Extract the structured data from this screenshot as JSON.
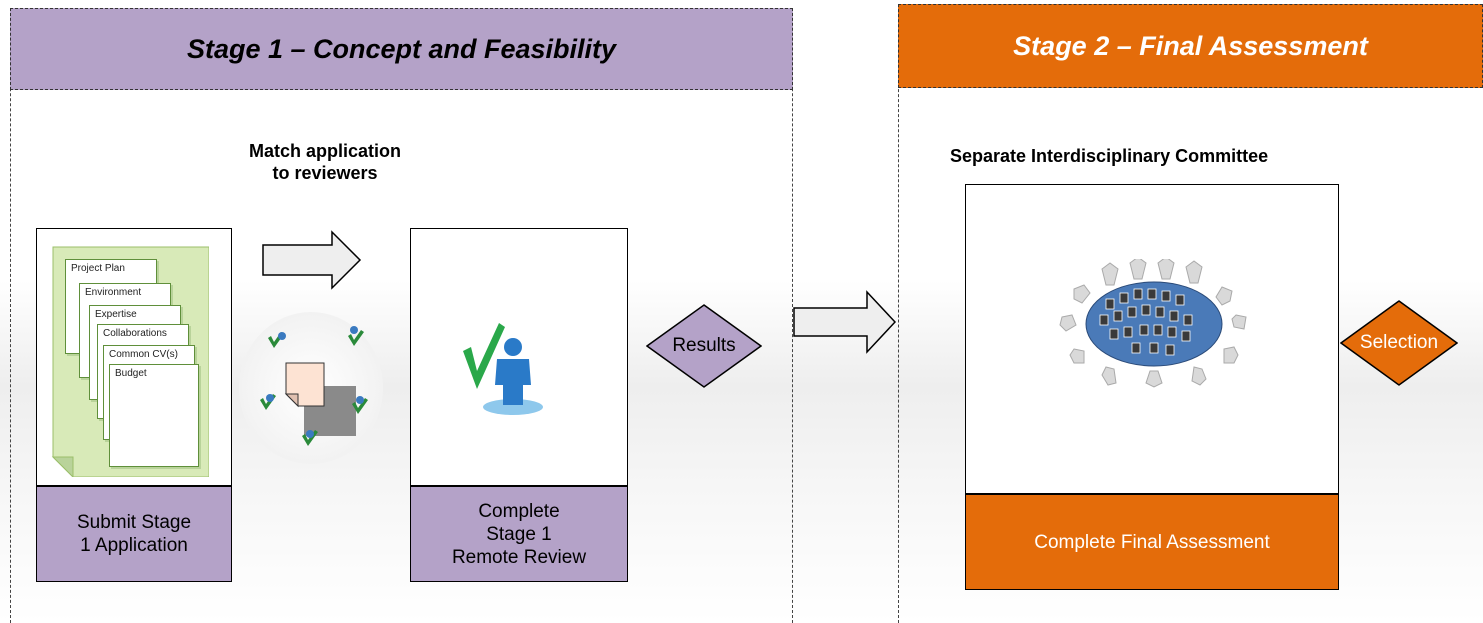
{
  "stage1": {
    "title": "Stage 1 – Concept and Feasibility",
    "match_label": "Match application\nto reviewers",
    "submit_caption": "Submit Stage\n1 Application",
    "review_caption": "Complete\nStage 1\nRemote Review",
    "results_label": "Results",
    "documents": [
      "Project Plan",
      "Environment",
      "Expertise",
      "Collaborations",
      "Common CV(s)",
      "Budget"
    ]
  },
  "stage2": {
    "title": "Stage 2 – Final Assessment",
    "committee_label": "Separate Interdisciplinary Committee",
    "assessment_caption": "Complete Final Assessment",
    "selection_label": "Selection"
  },
  "colors": {
    "stage1": "#b4a2c8",
    "stage2": "#e46c0a",
    "document_green": "#d8eab8",
    "arrow_fill": "#eeeeee"
  },
  "icons": [
    "document-stack-icon",
    "reviewer-circle-icon",
    "reviewer-check-icon",
    "committee-table-icon",
    "arrow-icon"
  ]
}
